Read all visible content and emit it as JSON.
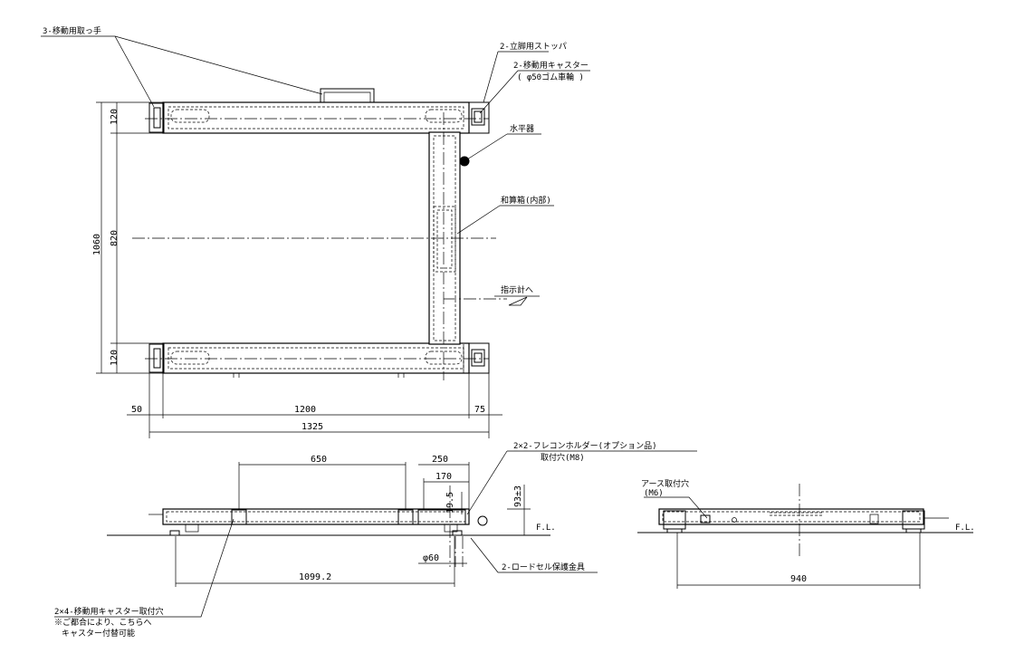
{
  "labels": {
    "handles": "3-移動用取っ手",
    "stopper": "2-立脚用ストッパ",
    "caster": "2-移動用キャスター",
    "caster_sub": "( φ50ゴム車輪 )",
    "level": "水平器",
    "junction": "和算箱(内部)",
    "indicator": "指示計へ",
    "flexible_holder": "2×2-フレコンホルダー(オプション品)",
    "holder_hole": "取付穴(M8)",
    "earth_hole": "アース取付穴",
    "earth_hole_sub": "(M6)",
    "loadcell_guard": "2-ロードセル保護金具",
    "caster_mount": "2×4-移動用キャスター取付穴",
    "caster_note1": "※ご都合により、こちらへ",
    "caster_note2": "キャスター付替可能",
    "fl_front": "F.L.",
    "fl_side": "F.L."
  },
  "dims": {
    "d120_top": "120",
    "d820": "820",
    "d1060": "1060",
    "d120_bottom": "120",
    "d50": "50",
    "d1200": "1200",
    "d75": "75",
    "d1325": "1325",
    "d650": "650",
    "d250": "250",
    "d170": "170",
    "d19_5": "19.5",
    "d93": "93±3",
    "d60": "φ60",
    "d1099_2": "1099.2",
    "d940": "940"
  }
}
